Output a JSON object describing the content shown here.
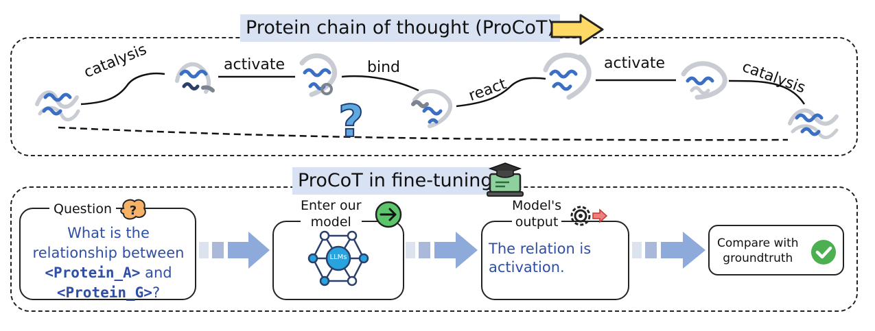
{
  "top_panel": {
    "title": "Protein chain of thought (ProCoT)",
    "relations": [
      "catalysis",
      "activate",
      "bind",
      "react",
      "activate",
      "catalysis"
    ],
    "unknown_symbol": "?"
  },
  "bottom_panel": {
    "title": "ProCoT in fine-tuning",
    "question_label": "Question",
    "question_parts": {
      "line1": "What is the",
      "line2": "relationship between",
      "protein_a": "<Protein_A>",
      "and": "and",
      "protein_g": "<Protein_G>",
      "qmark": "?"
    },
    "model_label_line1": "Enter our",
    "model_label_line2": "model",
    "llm_badge": "LLMs",
    "output_label_line1": "Model's",
    "output_label_line2": "output",
    "output_text_line1": "The relation is",
    "output_text_line2": "activation.",
    "compare_line1": "Compare with",
    "compare_line2": "groundtruth"
  },
  "colors": {
    "title_bg": "#d9e2f3",
    "blue_text": "#2f4fa5",
    "arrow_blue": "#8eaadb",
    "check_green": "#4caf50",
    "protein_blue": "#3a6fc4",
    "question_mark_fill": "#5fa8e0"
  }
}
